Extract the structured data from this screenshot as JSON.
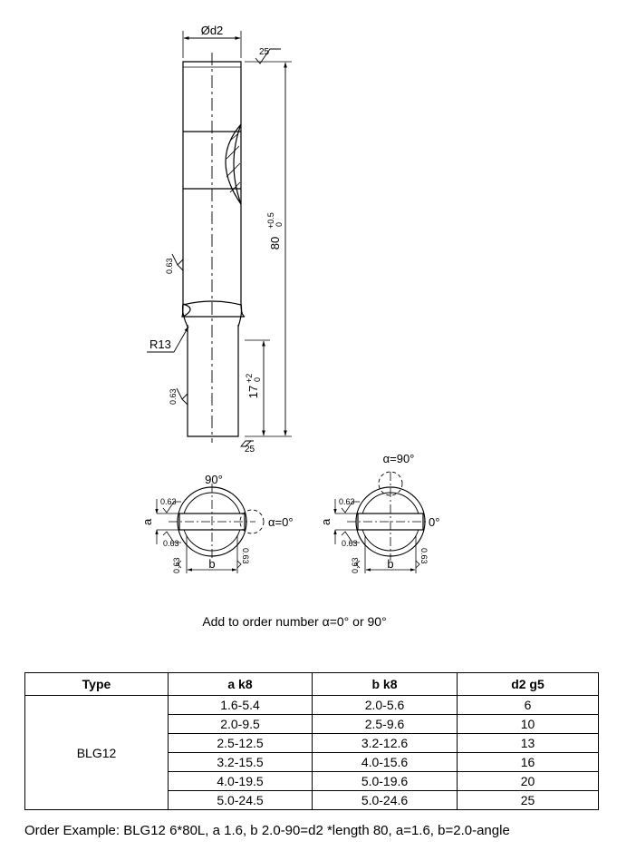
{
  "drawing": {
    "dim_diameter": "Ød2",
    "rough_25": "25",
    "rough_063": "0.63",
    "dim_length_main": "80",
    "dim_length_tol_upper": "+0.5",
    "dim_length_tol_lower": "0",
    "dim_length_neck": "17",
    "dim_neck_tol_upper": "+2",
    "dim_neck_tol_lower": "0",
    "radius_label": "R13",
    "view_left": {
      "top_angle": "90°",
      "side_angle": "α=0°",
      "dim_a": "a",
      "dim_b": "b"
    },
    "view_right": {
      "top_angle": "α=90°",
      "side_angle": "0°",
      "dim_a": "a",
      "dim_b": "b"
    }
  },
  "note": "Add to order number α=0° or 90°",
  "table": {
    "headers": [
      "Type",
      "a k8",
      "b k8",
      "d2 g5"
    ],
    "type": "BLG12",
    "rows": [
      [
        "1.6-5.4",
        "2.0-5.6",
        "6"
      ],
      [
        "2.0-9.5",
        "2.5-9.6",
        "10"
      ],
      [
        "2.5-12.5",
        "3.2-12.6",
        "13"
      ],
      [
        "3.2-15.5",
        "4.0-15.6",
        "16"
      ],
      [
        "4.0-19.5",
        "5.0-19.6",
        "20"
      ],
      [
        "5.0-24.5",
        "5.0-24.6",
        "25"
      ]
    ]
  },
  "order_example": "Order Example: BLG12 6*80L, a 1.6, b 2.0-90=d2 *length 80, a=1.6, b=2.0-angle"
}
